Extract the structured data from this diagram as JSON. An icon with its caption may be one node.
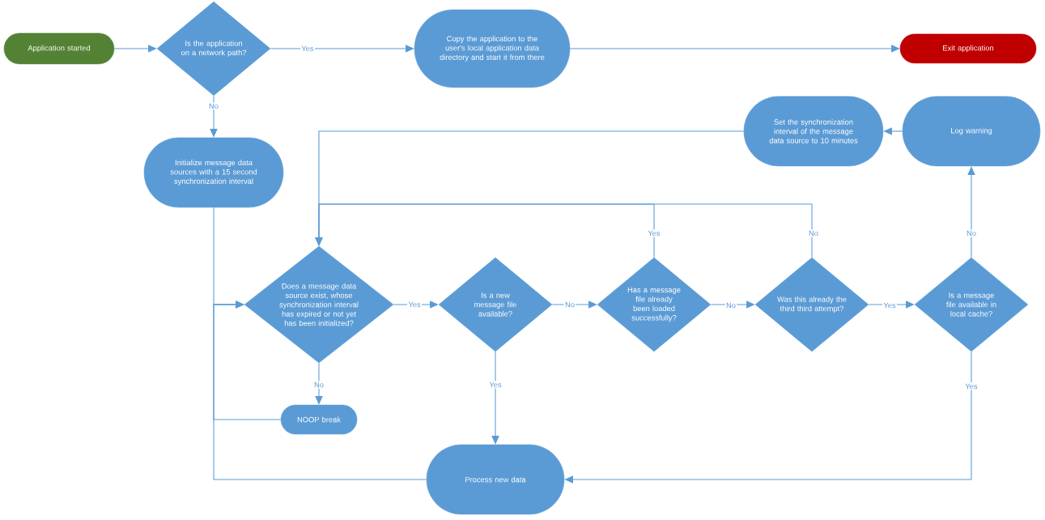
{
  "diagram": {
    "nodes": [
      {
        "text": [
          "Application started"
        ]
      },
      {
        "text": [
          "Is the application on a network path?"
        ]
      },
      {
        "text": [
          "Copy the application to the user's local application data directory and start it from there"
        ]
      },
      {
        "text": [
          "Exit application"
        ]
      },
      {
        "text": [
          "Initialize message data sources with a 15 second synchronization interval"
        ]
      },
      {
        "text": [
          "Set the synchronization interval of the message data source to 10 minutes"
        ]
      },
      {
        "text": [
          "Log warning"
        ]
      },
      {
        "text": [
          "Does a message data source exist, whose synchronization interval has expired or not yet has been initialized?"
        ]
      },
      {
        "text": [
          "Is a new message  file available?"
        ]
      },
      {
        "text": [
          "Has a message file already been loaded successfully?"
        ]
      },
      {
        "text": [
          "Was this already the third third attempt?"
        ]
      },
      {
        "text": [
          "Is a message file available in local cache?"
        ]
      },
      {
        "text": [
          "NOOP break"
        ]
      },
      {
        "text": [
          "Process new data"
        ]
      }
    ],
    "edges": [
      {
        "from": 0,
        "to": 1,
        "arrow": "to"
      },
      {
        "from": 1,
        "to": 2,
        "arrow": "to",
        "label": "Yes"
      },
      {
        "from": 2,
        "to": 3,
        "arrow": "to"
      },
      {
        "from": 1,
        "to": 4,
        "arrow": "to",
        "label": "No"
      },
      {
        "from": 4,
        "to": 7,
        "arrow": "to"
      },
      {
        "from": 12,
        "to": 7,
        "arrow": "to"
      },
      {
        "from": 13,
        "to": 7,
        "arrow": "to"
      },
      {
        "from": 7,
        "to": 8,
        "arrow": "to",
        "label": "Yes"
      },
      {
        "from": 7,
        "to": 12,
        "arrow": "to",
        "label": "No"
      },
      {
        "from": 8,
        "to": 9,
        "arrow": "to",
        "label": "No"
      },
      {
        "from": 8,
        "to": 13,
        "arrow": "to",
        "label": "Yes"
      },
      {
        "from": 9,
        "to": 10,
        "arrow": "to",
        "label": "No"
      },
      {
        "from": 9,
        "to": 7,
        "arrow": "to",
        "label": "Yes"
      },
      {
        "from": 10,
        "to": 11,
        "arrow": "to",
        "label": "Yes"
      },
      {
        "from": 10,
        "to": 7,
        "arrow": "to",
        "label": "No"
      },
      {
        "from": 11,
        "to": 6,
        "arrow": "to",
        "label": "No"
      },
      {
        "from": 11,
        "to": 13,
        "arrow": "to",
        "label": "Yes"
      },
      {
        "from": 6,
        "to": 5,
        "arrow": "to"
      },
      {
        "from": 5,
        "to": 7,
        "arrow": "to"
      }
    ]
  }
}
